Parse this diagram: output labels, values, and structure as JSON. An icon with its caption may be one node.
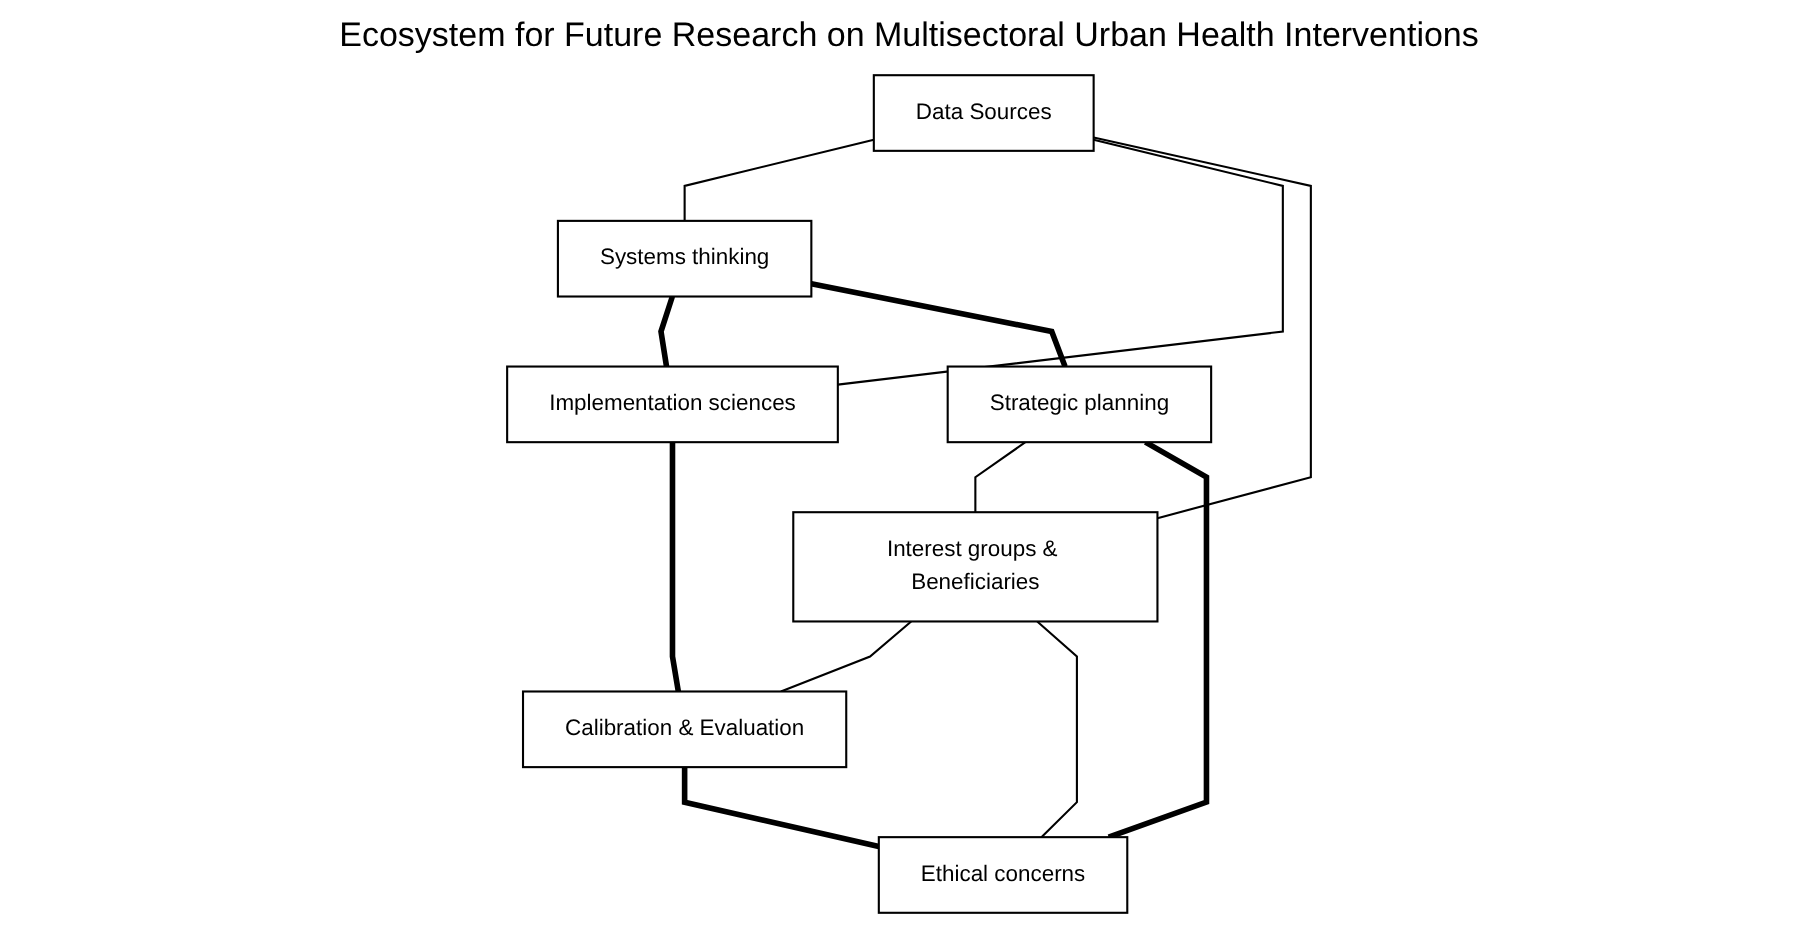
{
  "diagram": {
    "title": "Ecosystem for Future Research on Multisectoral Urban Health Interventions",
    "nodes": [
      {
        "text": [
          "Systems thinking"
        ]
      },
      {
        "text": [
          "Implementation sciences"
        ]
      },
      {
        "text": [
          "Data Sources"
        ]
      },
      {
        "text": [
          "Strategic planning"
        ]
      },
      {
        "text": [
          "Interest groups & Beneficiaries"
        ]
      },
      {
        "text": [
          "Calibration & Evaluation"
        ]
      },
      {
        "text": [
          "Ethical concerns"
        ]
      }
    ],
    "edges": [
      {
        "from": 0,
        "to": 1,
        "arrow": "none",
        "style": "thick"
      },
      {
        "from": 2,
        "to": 0,
        "arrow": "none"
      },
      {
        "from": 2,
        "to": 1,
        "arrow": "none"
      },
      {
        "from": 0,
        "to": 3,
        "arrow": "none",
        "style": "thick"
      },
      {
        "from": 1,
        "to": 5,
        "arrow": "none",
        "style": "thick"
      },
      {
        "from": 2,
        "to": 4,
        "arrow": "none"
      },
      {
        "from": 3,
        "to": 4,
        "arrow": "none"
      },
      {
        "from": 4,
        "to": 5,
        "arrow": "none"
      },
      {
        "from": 4,
        "to": 6,
        "arrow": "none"
      },
      {
        "from": 3,
        "to": 6,
        "arrow": "none",
        "style": "thick"
      },
      {
        "from": 5,
        "to": 6,
        "arrow": "none",
        "style": "thick"
      }
    ]
  }
}
